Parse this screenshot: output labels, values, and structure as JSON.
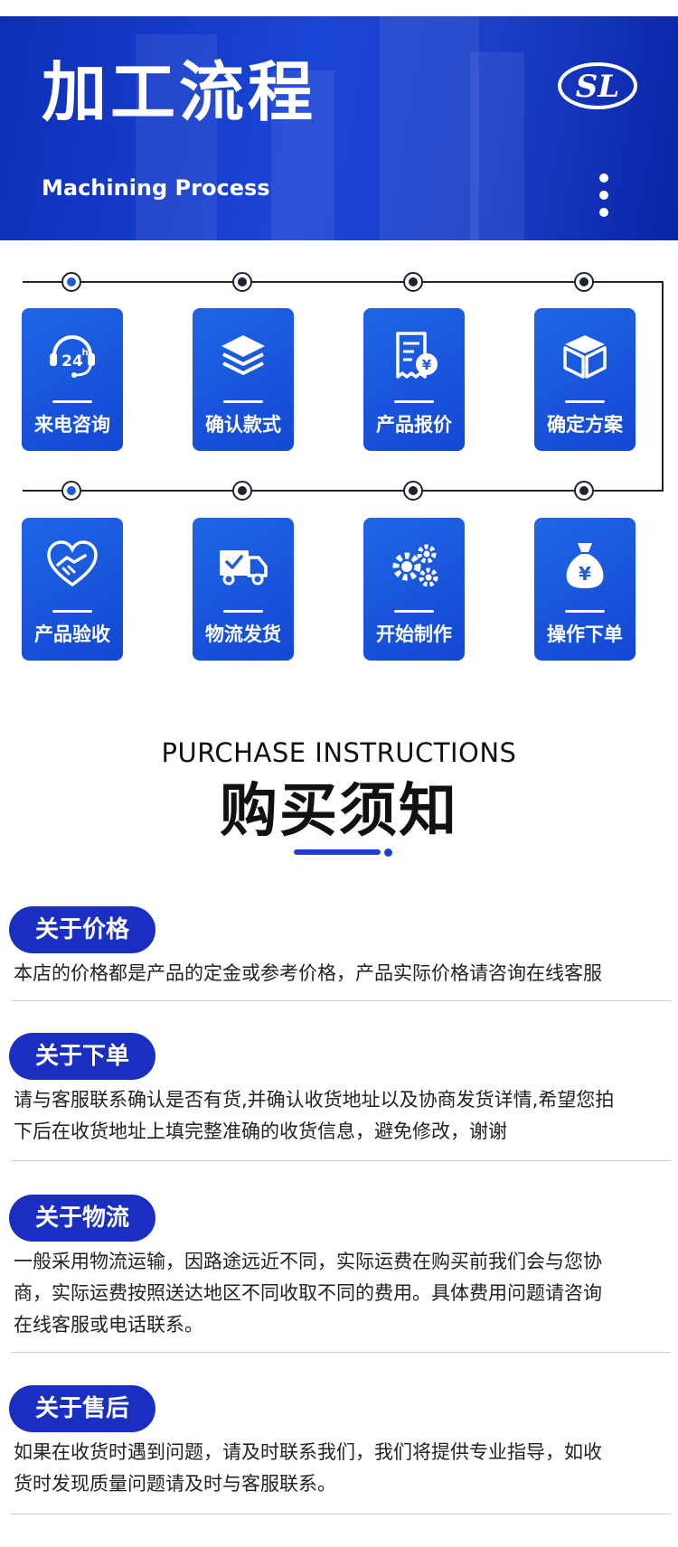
{
  "header": {
    "title": "加工流程",
    "subtitle": "Machining Process",
    "logo_text": "SL",
    "menu_icon": "more-vertical-icon"
  },
  "process": {
    "row1": [
      {
        "label": "来电咨询",
        "icon": "headset-24h-icon"
      },
      {
        "label": "确认款式",
        "icon": "layers-icon"
      },
      {
        "label": "产品报价",
        "icon": "invoice-yen-icon"
      },
      {
        "label": "确定方案",
        "icon": "box-icon"
      }
    ],
    "row2": [
      {
        "label": "产品验收",
        "icon": "heart-handshake-icon"
      },
      {
        "label": "物流发货",
        "icon": "delivery-truck-icon"
      },
      {
        "label": "开始制作",
        "icon": "gears-icon"
      },
      {
        "label": "操作下单",
        "icon": "money-bag-icon"
      }
    ]
  },
  "purchase": {
    "title_en": "PURCHASE INSTRUCTIONS",
    "title_zh": "购买须知",
    "sections": [
      {
        "heading": "关于价格",
        "lines": [
          "本店的价格都是产品的定金或参考价格，产品实际价格请咨询在线客服"
        ]
      },
      {
        "heading": "关于下单",
        "lines": [
          "请与客服联系确认是否有货,并确认收货地址以及协商发货详情,希望您拍",
          "下后在收货地址上填完整准确的收货信息，避免修改，谢谢"
        ]
      },
      {
        "heading": "关于物流",
        "lines": [
          "一般采用物流运输，因路途远近不同，实际运费在购买前我们会与您协",
          "商，实际运费按照送达地区不同收取不同的费用。具体费用问题请咨询",
          "在线客服或电话联系。"
        ]
      },
      {
        "heading": "关于售后",
        "lines": [
          "如果在收货时遇到问题，请及时联系我们，我们将提供专业指导，如收",
          "货时发现质量问题请及时与客服联系。"
        ]
      }
    ]
  },
  "colors": {
    "brand_blue": "#1a2fc2",
    "card_blue": "#1f66e6",
    "banner_blue": "#1b45d6"
  }
}
